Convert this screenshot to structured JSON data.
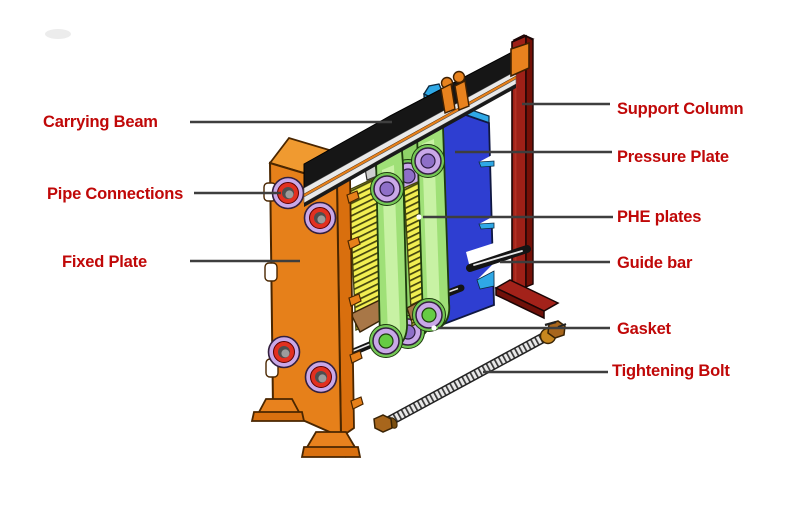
{
  "labels": {
    "carrying_beam": "Carrying Beam",
    "pipe_connections": "Pipe Connections",
    "fixed_plate": "Fixed Plate",
    "support_column": "Support Column",
    "pressure_plate": "Pressure Plate",
    "phe_plates": "PHE plates",
    "guide_bar": "Guide bar",
    "gasket": "Gasket",
    "tightening_bolt": "Tightening Bolt"
  },
  "colors": {
    "label_text": "#C00808",
    "leader_line": "#3E3E3E",
    "fixed_plate": "#E6801A",
    "fixed_plate_side": "#D96F0E",
    "pressure_plate": "#2E3ED1",
    "pressure_plate_edge": "#2FA8E6",
    "support_column": "#9E2017",
    "phe_plate_fins": "#F2EE52",
    "gasket_plate": "#9FE077",
    "gasket_plate_hidden": "#8FD468",
    "port_ring": "#C9A8E8",
    "port_red": "#E23020",
    "port_violet": "#8E6FC8",
    "port_green": "#66CC44",
    "beam_black": "#161616",
    "beam_silver": "#E9E9E9",
    "bolt_nut": "#A8661C",
    "inner_pack_brown": "#A87747",
    "background": "#FFFFFF"
  }
}
